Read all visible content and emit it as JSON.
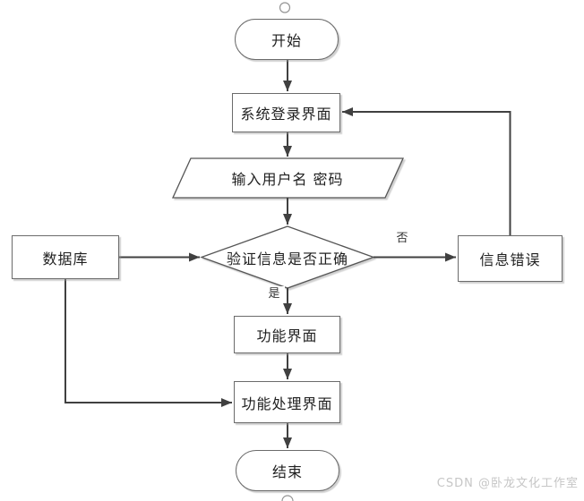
{
  "nodes": {
    "start": {
      "label": "开始",
      "type": "terminator"
    },
    "login": {
      "label": "系统登录界面",
      "type": "process"
    },
    "input": {
      "label": "输入用户名 密码",
      "type": "io"
    },
    "verify": {
      "label": "验证信息是否正确",
      "type": "decision"
    },
    "database": {
      "label": "数据库",
      "type": "process"
    },
    "error": {
      "label": "信息错误",
      "type": "process"
    },
    "function": {
      "label": "功能界面",
      "type": "process"
    },
    "process": {
      "label": "功能处理界面",
      "type": "process"
    },
    "end": {
      "label": "结束",
      "type": "terminator"
    }
  },
  "edge_labels": {
    "yes": "是",
    "no": "否"
  },
  "edges": [
    {
      "from": "start",
      "to": "login"
    },
    {
      "from": "login",
      "to": "input"
    },
    {
      "from": "input",
      "to": "verify"
    },
    {
      "from": "verify",
      "to": "function",
      "label": "是"
    },
    {
      "from": "verify",
      "to": "error",
      "label": "否"
    },
    {
      "from": "error",
      "to": "login"
    },
    {
      "from": "database",
      "to": "verify"
    },
    {
      "from": "database",
      "to": "process"
    },
    {
      "from": "function",
      "to": "process"
    },
    {
      "from": "process",
      "to": "end"
    }
  ],
  "colors": {
    "line": "#404040",
    "box_border": "#6b6b6b",
    "text": "#1f1f1f",
    "watermark": "#c6c6c6",
    "background": "#ffffff"
  },
  "watermark": {
    "text": "CSDN @卧龙文化工作室"
  }
}
